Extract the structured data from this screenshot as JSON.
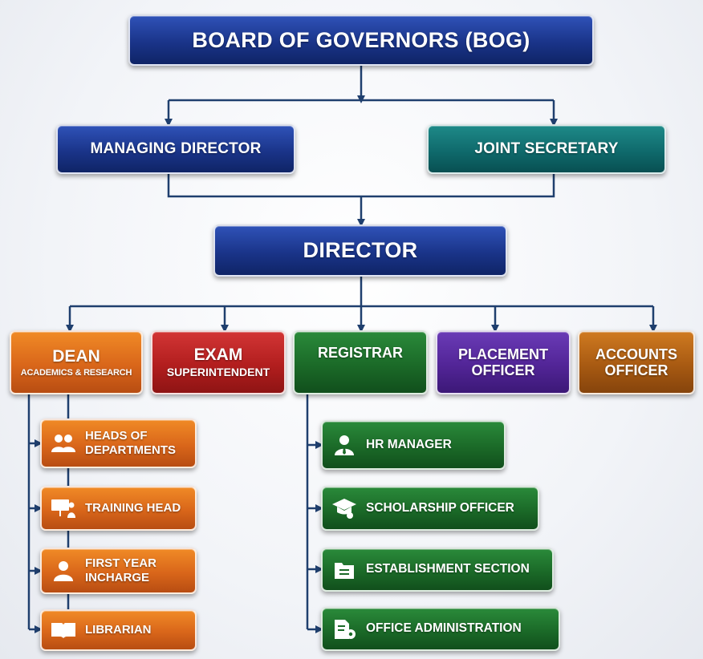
{
  "nodes": {
    "bog": "BOARD OF GOVERNORS (BOG)",
    "managing_director": "MANAGING DIRECTOR",
    "joint_secretary": "JOINT SECRETARY",
    "director": "DIRECTOR",
    "dean": {
      "title": "DEAN",
      "subtitle": "ACADEMICS & RESEARCH"
    },
    "exam": {
      "title": "EXAM",
      "subtitle": "SUPERINTENDENT"
    },
    "registrar": "REGISTRAR",
    "placement": {
      "line1": "PLACEMENT",
      "line2": "OFFICER"
    },
    "accounts": {
      "line1": "ACCOUNTS",
      "line2": "OFFICER"
    }
  },
  "dean_children": [
    {
      "line1": "HEADS OF",
      "line2": "DEPARTMENTS",
      "icon": "group-icon"
    },
    {
      "line1": "TRAINING HEAD",
      "line2": "",
      "icon": "presentation-icon"
    },
    {
      "line1": "FIRST YEAR",
      "line2": "INCHARGE",
      "icon": "person-icon"
    },
    {
      "line1": "LIBRARIAN",
      "line2": "",
      "icon": "book-icon"
    }
  ],
  "registrar_children": [
    {
      "label": "HR MANAGER",
      "icon": "manager-icon"
    },
    {
      "label": "SCHOLARSHIP OFFICER",
      "icon": "graduation-cap-icon"
    },
    {
      "label": "ESTABLISHMENT SECTION",
      "icon": "folder-icon"
    },
    {
      "label": "OFFICE ADMINISTRATION",
      "icon": "document-gear-icon"
    }
  ],
  "colors": {
    "connector": "#1f3f6e",
    "navy": "#1a3489",
    "teal": "#0f6a6c",
    "orange": "#d9661a",
    "red": "#b21e1e",
    "green": "#1b6a28",
    "purple": "#522597",
    "brown": "#a85a12"
  }
}
